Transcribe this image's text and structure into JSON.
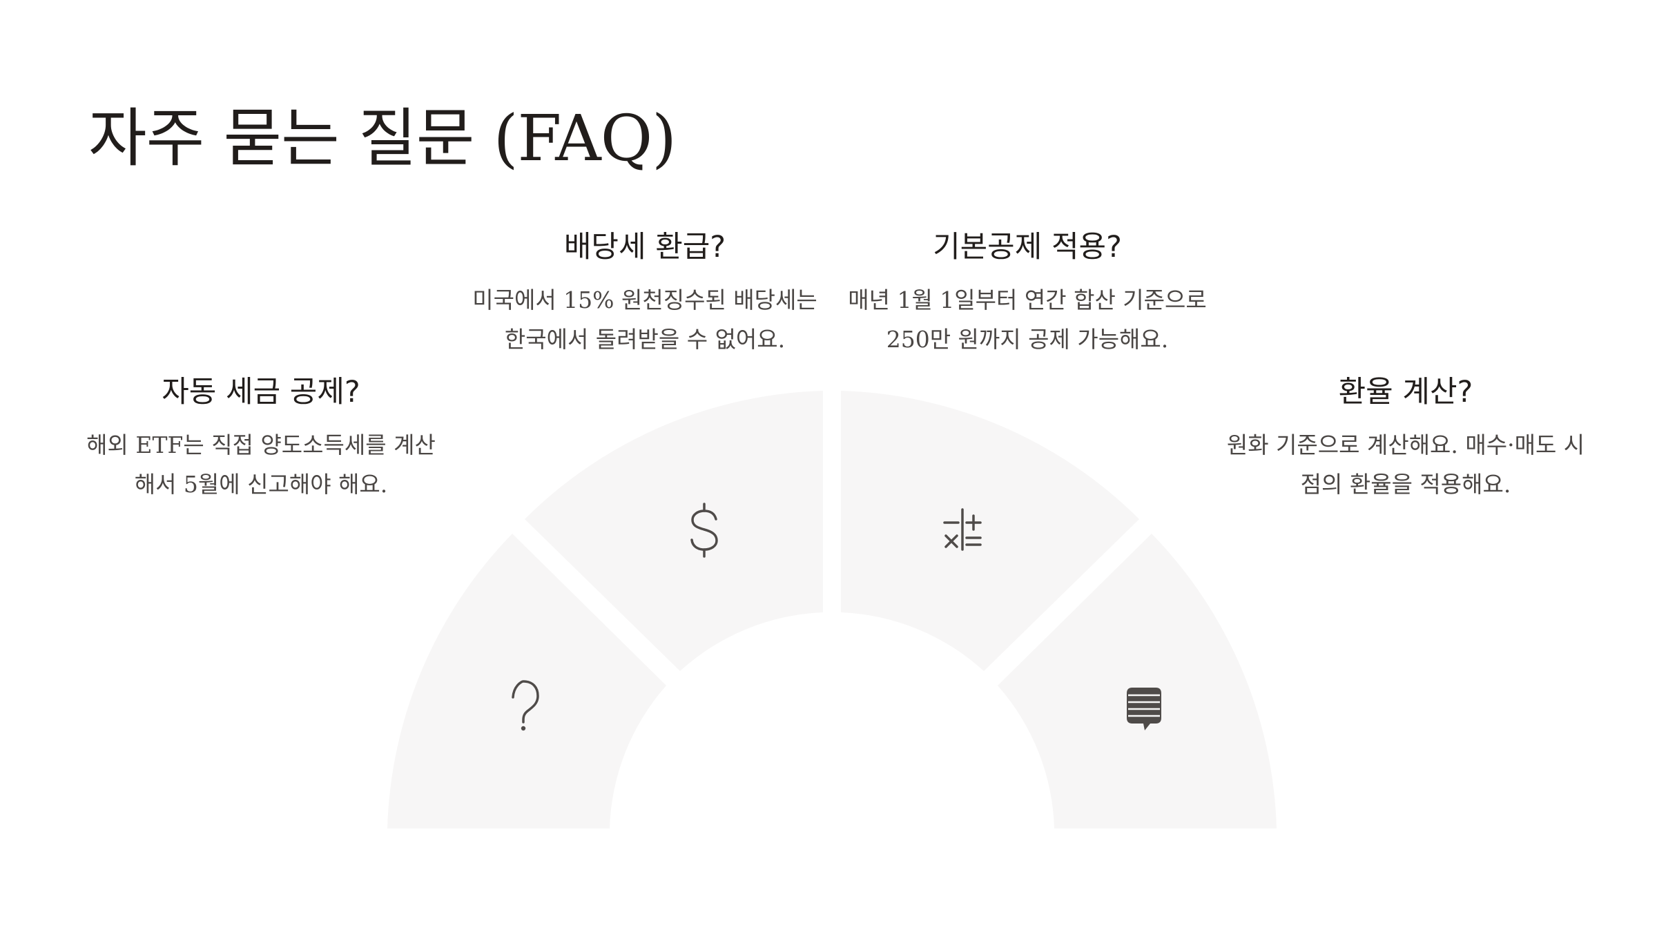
{
  "page": {
    "title": "자주 묻는 질문 (FAQ)"
  },
  "faq": [
    {
      "question": "자동 세금 공제?",
      "answer": "해외 ETF는 직접 양도소득세를 계산해서 5월에 신고해야 해요.",
      "icon": "question-mark-icon"
    },
    {
      "question": "배당세 환급?",
      "answer": "미국에서 15% 원천징수된 배당세는 한국에서 돌려받을 수 없어요.",
      "icon": "dollar-sign-icon"
    },
    {
      "question": "기본공제 적용?",
      "answer": "매년 1월 1일부터 연간 합산 기준으로 250만 원까지 공제 가능해요.",
      "icon": "calculator-icon"
    },
    {
      "question": "환율 계산?",
      "answer": "원화 기준으로 계산해요. 매수·매도 시점의 환율을 적용해요.",
      "icon": "chat-message-icon"
    }
  ],
  "colors": {
    "segment_fill": "#f7f6f6",
    "icon": "#4f4b49",
    "heading_text": "#211d1b",
    "body_text": "#4a4644",
    "background": "#ffffff"
  }
}
